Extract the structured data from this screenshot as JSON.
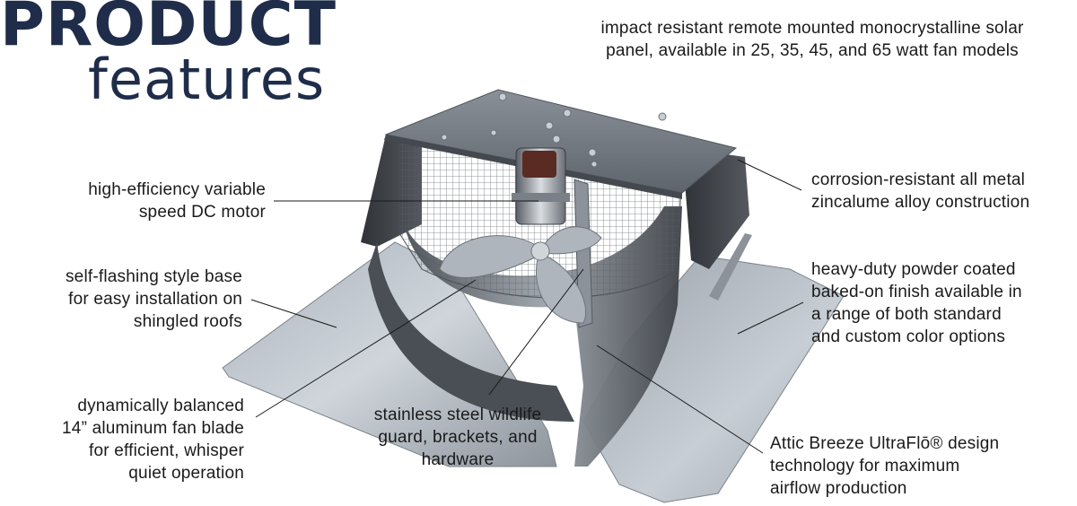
{
  "title": {
    "main": "PRODUCT",
    "sub": "features"
  },
  "callouts": {
    "solar_panel": [
      "impact resistant remote mounted monocrystalline solar",
      "panel, available in 25, 35, 45, and 65 watt fan models"
    ],
    "motor": [
      "high-efficiency variable",
      "speed DC motor"
    ],
    "construction": [
      "corrosion-resistant all metal",
      "zincalume alloy construction"
    ],
    "base": [
      "self-flashing style base",
      "for easy installation on",
      "shingled roofs"
    ],
    "finish": [
      "heavy-duty powder coated",
      "baked-on finish available in",
      "a range of both standard",
      "and custom color options"
    ],
    "fan_blade": [
      "dynamically balanced",
      "14” aluminum fan blade",
      "for efficient, whisper",
      "quiet operation"
    ],
    "wildlife_guard": [
      "stainless steel wildlife",
      "guard, brackets, and",
      "hardware"
    ],
    "design": [
      "Attic Breeze UltraFlō® design",
      "technology for maximum",
      "airflow production"
    ]
  },
  "colors": {
    "title": "#1f2d4a",
    "metal_light": "#b9c0c8",
    "metal_dark": "#3a3e44",
    "leader_line": "#1a1a1a"
  }
}
